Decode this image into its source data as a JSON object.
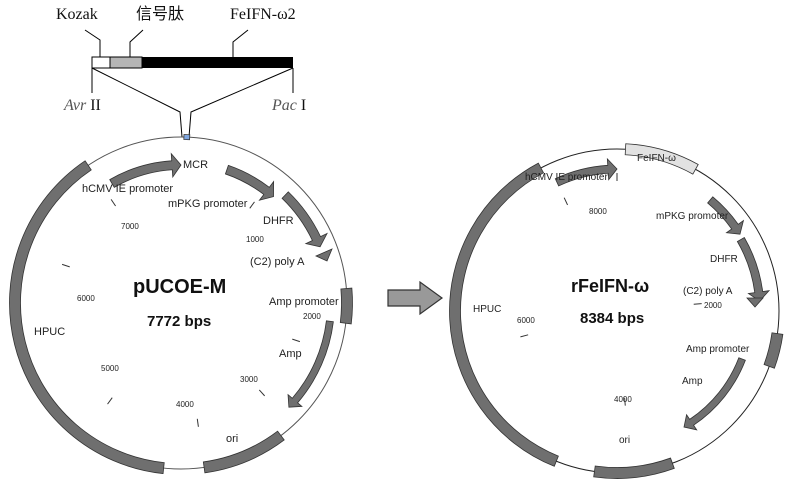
{
  "insert": {
    "kozak": "Kozak",
    "signal_peptide": "信号肽",
    "gene": "FeIFN-ω2",
    "site_left_italic": "Avr",
    "site_left_roman": "II",
    "site_right_italic": "Pac",
    "site_right_roman": "I"
  },
  "left_plasmid": {
    "name": "pUCOE-M",
    "size": "7772 bps",
    "features": [
      "MCR",
      "hCMV IE promoter",
      "mPKG promoter",
      "DHFR",
      "(C2) poly A",
      "Amp promoter",
      "Amp",
      "HPUC",
      "ori"
    ],
    "ticks": [
      "1000",
      "3000",
      "4000",
      "5000",
      "6000",
      "7000",
      "2000"
    ]
  },
  "right_plasmid": {
    "name": "rFeIFN-ω",
    "size": "8384 bps",
    "features": [
      "FeIFN-ω",
      "hCMV IE promoter",
      "mPKG promoter",
      "DHFR",
      "(C2) poly A",
      "Amp promoter",
      "Amp",
      "HPUC",
      "ori"
    ],
    "ticks": [
      "8000",
      "6000",
      "2000",
      "4000"
    ]
  },
  "colors": {
    "feature": "#6f6f6f",
    "insert_highlight": "#e2e2e2",
    "marker": "#7fa7e0"
  }
}
